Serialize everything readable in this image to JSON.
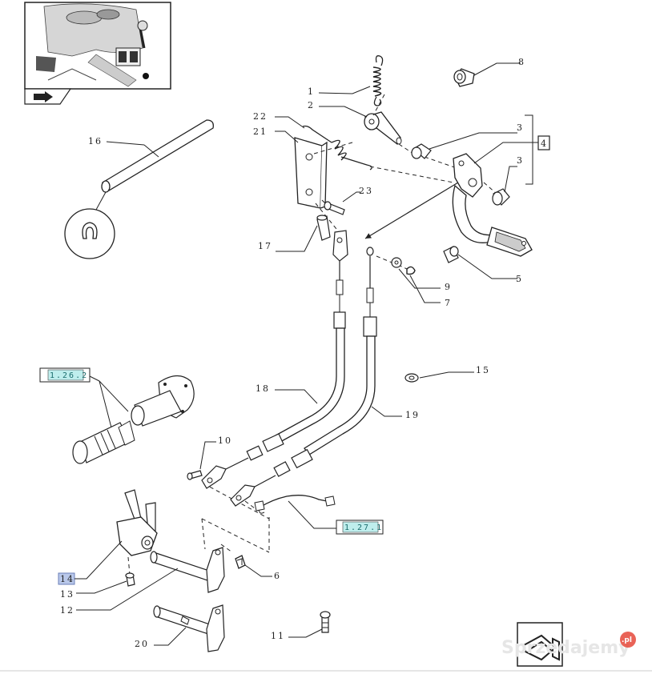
{
  "labels": {
    "l1": "1",
    "l2": "2",
    "l3a": "3",
    "l3b": "3",
    "l4": "4",
    "l5": "5",
    "l6": "6",
    "l7": "7",
    "l8": "8",
    "l9": "9",
    "l10": "10",
    "l11": "11",
    "l12": "12",
    "l13": "13",
    "l14": "14",
    "l15": "15",
    "l16": "16",
    "l17": "17",
    "l18": "18",
    "l19": "19",
    "l20": "20",
    "l21": "21",
    "l22": "22",
    "l23": "23"
  },
  "references": {
    "ref_a": "1.26.2",
    "ref_b": "1.27.1"
  },
  "watermark": {
    "brand": "Sprzedajemy",
    "suffix": ".pl"
  },
  "colors": {
    "ink": "#222222",
    "ref_fill": "#bfeeed",
    "ref_text": "#1b6d6d",
    "highlight": "#b9c8ea",
    "watermark": "#e6e6e6",
    "watermark_badge": "#e5483a"
  }
}
